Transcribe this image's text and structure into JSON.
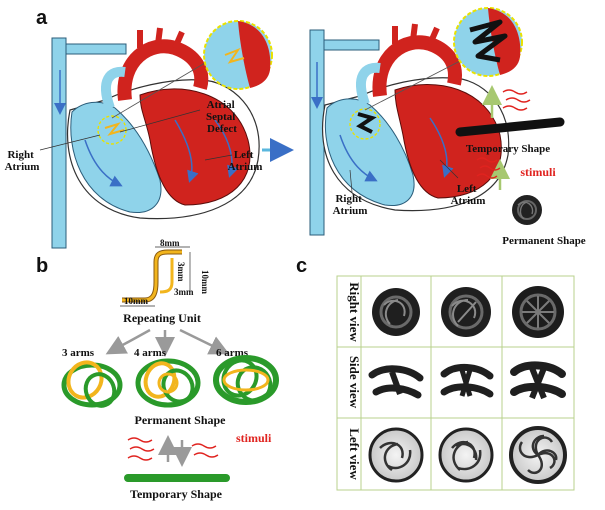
{
  "panel_a": {
    "letter": "a",
    "left_heart": {
      "right_atrium": [
        "Right",
        "Atrium"
      ],
      "defect": [
        "Atrial",
        "Septal",
        "Defect"
      ],
      "left_atrium": [
        "Left",
        "Atrium"
      ]
    },
    "right_heart": {
      "right_atrium": [
        "Right",
        "Atrium"
      ],
      "left_atrium": [
        "Left",
        "Atrium"
      ],
      "temporary_shape": "Temporary Shape",
      "stimuli": "stimuli",
      "permanent_shape": "Permanent Shape"
    }
  },
  "panel_b": {
    "letter": "b",
    "dims": {
      "top": "8mm",
      "right": "10mm",
      "middle": "3mm",
      "lower": "3mm",
      "bottom": "10mm"
    },
    "repeating_unit": "Repeating Unit",
    "arms": [
      "3 arms",
      "4 arms",
      "6 arms"
    ],
    "permanent_shape": "Permanent Shape",
    "stimuli": "stimuli",
    "temporary_shape": "Temporary Shape"
  },
  "panel_c": {
    "letter": "c",
    "rows": [
      "Right view",
      "Side view",
      "Left view"
    ]
  },
  "colors": {
    "blood_red": "#d0231e",
    "vessel_blue": "#8fd3ea",
    "device_green": "#2a9a2a",
    "device_yellow": "#f2b51d",
    "stimuli_red": "#e0231f",
    "grid_line": "#b8d28c"
  }
}
